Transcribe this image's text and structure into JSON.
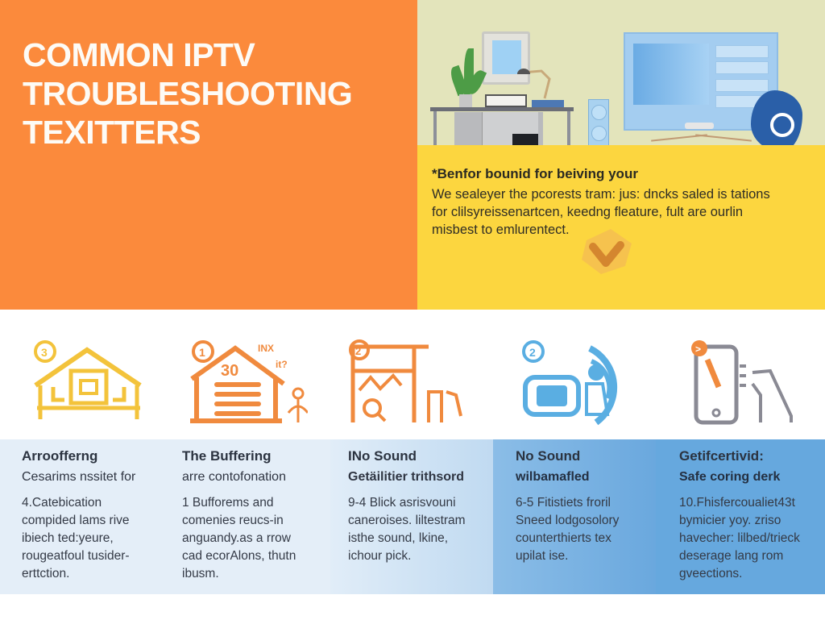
{
  "hero": {
    "title_lines": [
      "COMMON IPTV",
      "TROUBLESHOOTING",
      "TEXITTERS"
    ],
    "colors": {
      "left_bg": "#fb8a3c",
      "right_top_bg": "#e3e4bb",
      "right_bottom_bg": "#fcd63f"
    }
  },
  "promo": {
    "heading": "*Benfor bounid for beiving your",
    "body_lines": [
      "We sealeyer the pcorests tram: jus: dncks saled is tations",
      "for clilsyreissenartcen, keedng fleature, fult are ourlin",
      "misbest to emlurentect."
    ]
  },
  "illustration": {
    "items": [
      "desk",
      "plant",
      "picture-frame",
      "desk-lamp",
      "speaker",
      "tv-monitor",
      "hand-holding-remote",
      "checkmark-badge"
    ],
    "tv_colors": {
      "frame": "#a4cdf0",
      "screen": "#6aabe4"
    },
    "hand_color": "#2a5fa8"
  },
  "icons": [
    {
      "name": "house",
      "badge": "3",
      "color": "#f3c33b"
    },
    {
      "name": "garage-buffering",
      "badge": "1",
      "label": "30",
      "annotation": "INX it?",
      "color": "#f08a3e"
    },
    {
      "name": "frame-magnifier",
      "badge": "2",
      "color": "#f08a3e"
    },
    {
      "name": "computer-wifi",
      "badge": "2",
      "color": "#5aaee2"
    },
    {
      "name": "phone-hand",
      "badge": ">",
      "color": "#8a8a94",
      "accent": "#f08a3e"
    }
  ],
  "cards": [
    {
      "title": "Arroofferng",
      "subtitle": "Cesarims nssitet for",
      "body_lines": [
        "4.Catebication",
        "compided lams rive",
        "ibiech ted:yeure,",
        "rougeatfoul tusider-",
        "erttction."
      ]
    },
    {
      "title": "The Buffering",
      "subtitle": "arre contofonation",
      "body_lines": [
        "1 Bufforems and",
        "comenies reucs-in",
        "anguandy.as a rrow",
        "cad ecorAlons, thutn",
        "ibusm."
      ]
    },
    {
      "title": "INo Sound",
      "subtitle": "Getäilitier trithsord",
      "body_lines": [
        "9-4 Blick asrisvouni",
        "caneroises. liltestram",
        "isthe sound, lkine,",
        "ichour pick."
      ]
    },
    {
      "title": "No Sound",
      "subtitle": "wilbamafled",
      "body_lines": [
        "6-5 Fitistiets froril",
        "Sneed lodgosolory",
        "counterthierts tex",
        "upilat ise."
      ]
    },
    {
      "title": "Getifcertivid:",
      "subtitle": "Safe coring derk",
      "body_lines": [
        "10.Fhisfercoualiet43t",
        "bymicier yoy. zriso",
        "havecher: lilbed/trieck",
        "deserage lang rom",
        "gveections."
      ]
    }
  ]
}
